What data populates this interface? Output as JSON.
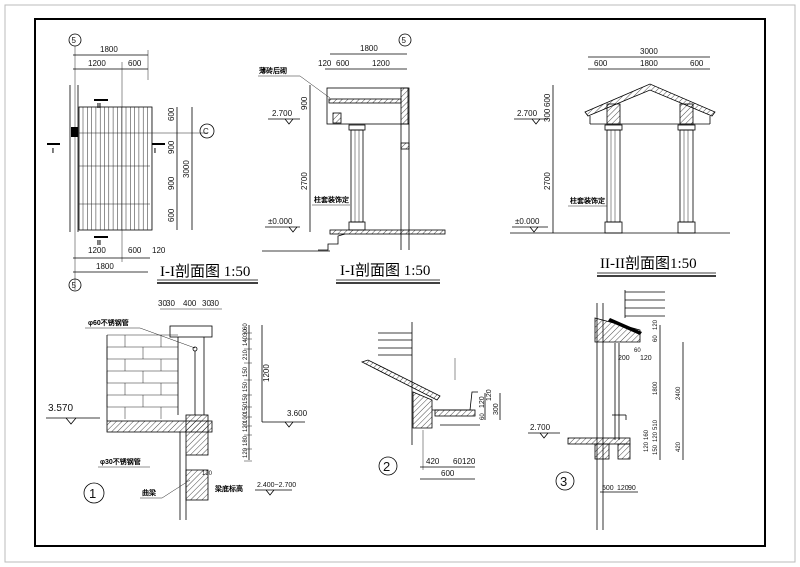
{
  "plan": {
    "axis_top": "5",
    "axis_bottom": "5",
    "axis_right": "C",
    "dim_top_total": "1800",
    "dim_top_a": "1200",
    "dim_top_b": "600",
    "dim_right_1": "600",
    "dim_right_2": "900",
    "dim_right_3": "900",
    "dim_right_4": "600",
    "dim_right_total": "3000",
    "dim_bottom_a": "1200",
    "dim_bottom_b": "600",
    "dim_bottom_c": "120",
    "dim_bottom_total": "1800",
    "mark_ii": "II",
    "mark_i": "I",
    "title": "I-I剖面图 1:50"
  },
  "section_i": {
    "axis": "5",
    "dim_total": "1800",
    "dim_a": "120",
    "dim_b": "600",
    "dim_c": "1200",
    "dim_v1": "900",
    "dim_v2": "2700",
    "level_top": "2.700",
    "level_ground": "±0.000",
    "note_wall": "薄砖后砌",
    "note_column": "柱套装饰定",
    "title": "I-I剖面图 1:50"
  },
  "section_ii": {
    "dim_total": "3000",
    "dim_a": "600",
    "dim_b": "1800",
    "dim_c": "600",
    "dim_v1": "600",
    "dim_v2": "300",
    "dim_v3": "2700",
    "level_top": "2.700",
    "level_ground": "±0.000",
    "note_column": "柱套装饰定",
    "title": "II-II剖面图1:50"
  },
  "detail_1": {
    "number": "1",
    "dim_top": [
      "30",
      "30",
      "400",
      "30",
      "30"
    ],
    "pipe_60": "φ60不锈钢管",
    "pipe_30": "φ30不锈钢管",
    "level_left": "3.570",
    "level_right": "3.600",
    "dim_right": [
      "60",
      "30",
      "140",
      "210",
      "150",
      "150",
      "150",
      "150",
      "100",
      "120",
      "180",
      "120"
    ],
    "dim_total": "1200",
    "beam": "曲梁",
    "beam_bottom": "梁底标高",
    "beam_bottom_value": "2.400~2.700",
    "small_dim": "120"
  },
  "detail_2": {
    "number": "2",
    "dim_bottom": [
      "420",
      "60",
      "120"
    ],
    "dim_bottom_total": "600",
    "dim_right": [
      "120",
      "300",
      "120",
      "60"
    ]
  },
  "detail_3": {
    "number": "3",
    "level": "2.700",
    "dim_bottom": [
      "500",
      "120",
      "90"
    ],
    "dim_small": [
      "200",
      "60",
      "120"
    ],
    "dim_right": [
      "120",
      "60",
      "1800",
      "2400",
      "510",
      "120",
      "150",
      "120",
      "160",
      "420"
    ]
  }
}
